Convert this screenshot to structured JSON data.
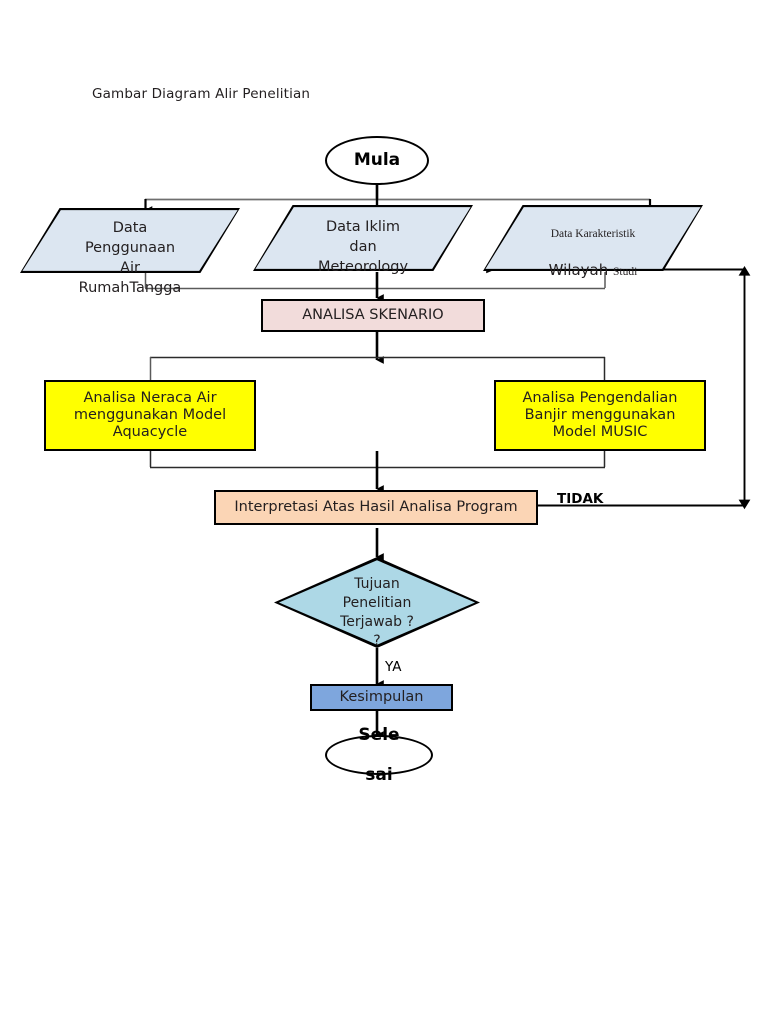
{
  "page": {
    "title": "Gambar Diagram Alir Penelitian",
    "background": "#ffffff"
  },
  "colors": {
    "stroke": "#000000",
    "thin_stroke": "#3a3a3a",
    "parallelogram_fill": "#dce6f1",
    "scenario_fill": "#f2dcdb",
    "model_fill": "#ffff00",
    "interpretation_fill": "#fbd5b5",
    "decision_fill": "#add8e6",
    "conclusion_fill": "#7ea6dd",
    "terminator_fill": "#ffffff",
    "text": "#231f20"
  },
  "flowchart": {
    "type": "flowchart",
    "orientation": "top-to-bottom",
    "nodes": [
      {
        "id": "start",
        "shape": "ellipse",
        "label": "Mula"
      },
      {
        "id": "data-household",
        "shape": "parallelogram",
        "label": "Data\nPenggunaan\nAir\nRumahTangga"
      },
      {
        "id": "data-climate",
        "shape": "parallelogram",
        "label": "Data Iklim\ndan\nMeteorology"
      },
      {
        "id": "data-region",
        "shape": "parallelogram",
        "label_line1": "Data Karakteristik",
        "label_line2a": "Wilayah ",
        "label_line2b": "Studi"
      },
      {
        "id": "scenario",
        "shape": "process",
        "label": "ANALISA SKENARIO"
      },
      {
        "id": "water-balance",
        "shape": "process",
        "label": "Analisa Neraca Air\nmenggunakan Model\nAquacycle"
      },
      {
        "id": "flood-control",
        "shape": "process",
        "label": "Analisa Pengendalian\nBanjir menggunakan\nModel MUSIC"
      },
      {
        "id": "interpretation",
        "shape": "process",
        "label": "Interpretasi Atas Hasil Analisa Program"
      },
      {
        "id": "decision",
        "shape": "diamond",
        "label": "Tujuan\nPenelitian\nTerjawab ?\n?"
      },
      {
        "id": "conclusion",
        "shape": "process",
        "label": "Kesimpulan"
      },
      {
        "id": "end",
        "shape": "ellipse",
        "label_line1": "Sele",
        "label_line2": "sai"
      }
    ],
    "edges": [
      {
        "from": "start",
        "to": "data-household",
        "label": ""
      },
      {
        "from": "start",
        "to": "data-climate",
        "label": ""
      },
      {
        "from": "start",
        "to": "data-region",
        "label": ""
      },
      {
        "from": "data-household",
        "to": "scenario",
        "label": ""
      },
      {
        "from": "data-climate",
        "to": "scenario",
        "label": ""
      },
      {
        "from": "data-region",
        "to": "scenario",
        "label": ""
      },
      {
        "from": "scenario",
        "to": "water-balance",
        "label": ""
      },
      {
        "from": "scenario",
        "to": "flood-control",
        "label": ""
      },
      {
        "from": "water-balance",
        "to": "interpretation",
        "label": ""
      },
      {
        "from": "flood-control",
        "to": "interpretation",
        "label": ""
      },
      {
        "from": "interpretation",
        "to": "decision",
        "label": ""
      },
      {
        "from": "decision",
        "to": "conclusion",
        "label": "YA"
      },
      {
        "from": "interpretation",
        "to": "data-region",
        "label": "TIDAK"
      },
      {
        "from": "conclusion",
        "to": "end",
        "label": ""
      }
    ],
    "edge_labels": {
      "tidak": "TIDAK",
      "ya": "YA"
    }
  }
}
